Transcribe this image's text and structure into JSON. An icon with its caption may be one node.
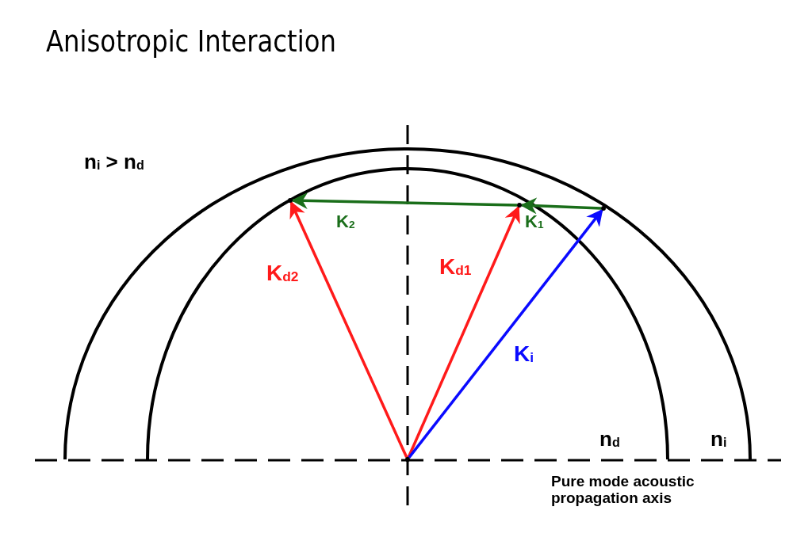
{
  "diagram": {
    "title": "Anisotropic Interaction",
    "nodes": [
      {
        "text": [],
        "shape": "point"
      },
      {
        "text": [],
        "shape": "point"
      },
      {
        "text": [],
        "shape": "point"
      },
      {
        "text": [],
        "shape": "point"
      }
    ],
    "edges": [
      {
        "from": 1,
        "to": 0,
        "arrow": "to",
        "label": "K$_{d2}$",
        "color": "#ff1a1a"
      },
      {
        "from": 1,
        "to": 2,
        "arrow": "to",
        "label": "K$_{d1}$",
        "color": "#ff1a1a"
      },
      {
        "from": 1,
        "to": 3,
        "arrow": "to",
        "label": "K$_{i}$",
        "color": "#0a0aff"
      },
      {
        "from": 3,
        "to": 2,
        "arrow": "to",
        "label": "K$_{1}$",
        "color": "#1a6e1a"
      },
      {
        "from": 2,
        "to": 0,
        "arrow": "to",
        "label": "K$_{2}$",
        "color": "#1a6e1a"
      }
    ],
    "labels": [
      "n$_{i}$ > n$_{d}$",
      "n$_{d}$",
      "n$_{i}$",
      "Pure mode acoustic propagation axis"
    ]
  }
}
